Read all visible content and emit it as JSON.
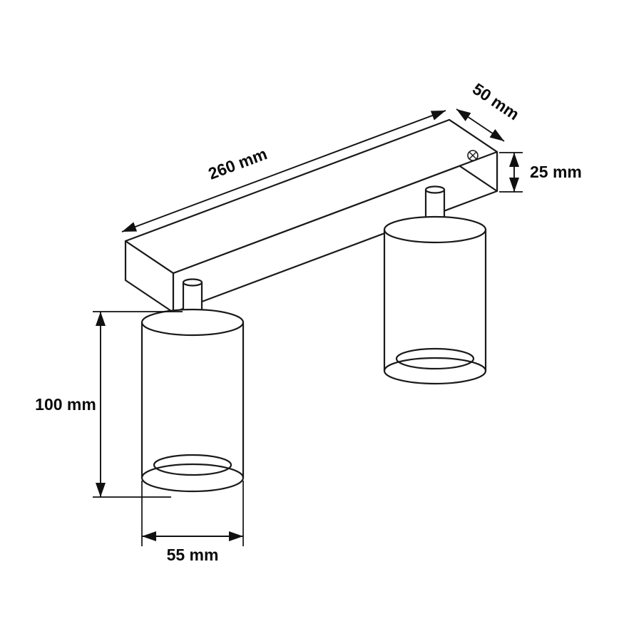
{
  "diagram": {
    "type": "technical-dimension-drawing",
    "subject": "two-head ceiling spotlight on rectangular mounting bar",
    "background_color": "#ffffff",
    "line_color": "#1a1a1a",
    "text_color": "#0a0a0a",
    "dimensions": {
      "bar_length": "260 mm",
      "bar_depth": "50 mm",
      "bar_height": "25 mm",
      "spot_height": "100 mm",
      "spot_diameter": "55 mm"
    },
    "icons": [
      "screw-icon"
    ]
  }
}
